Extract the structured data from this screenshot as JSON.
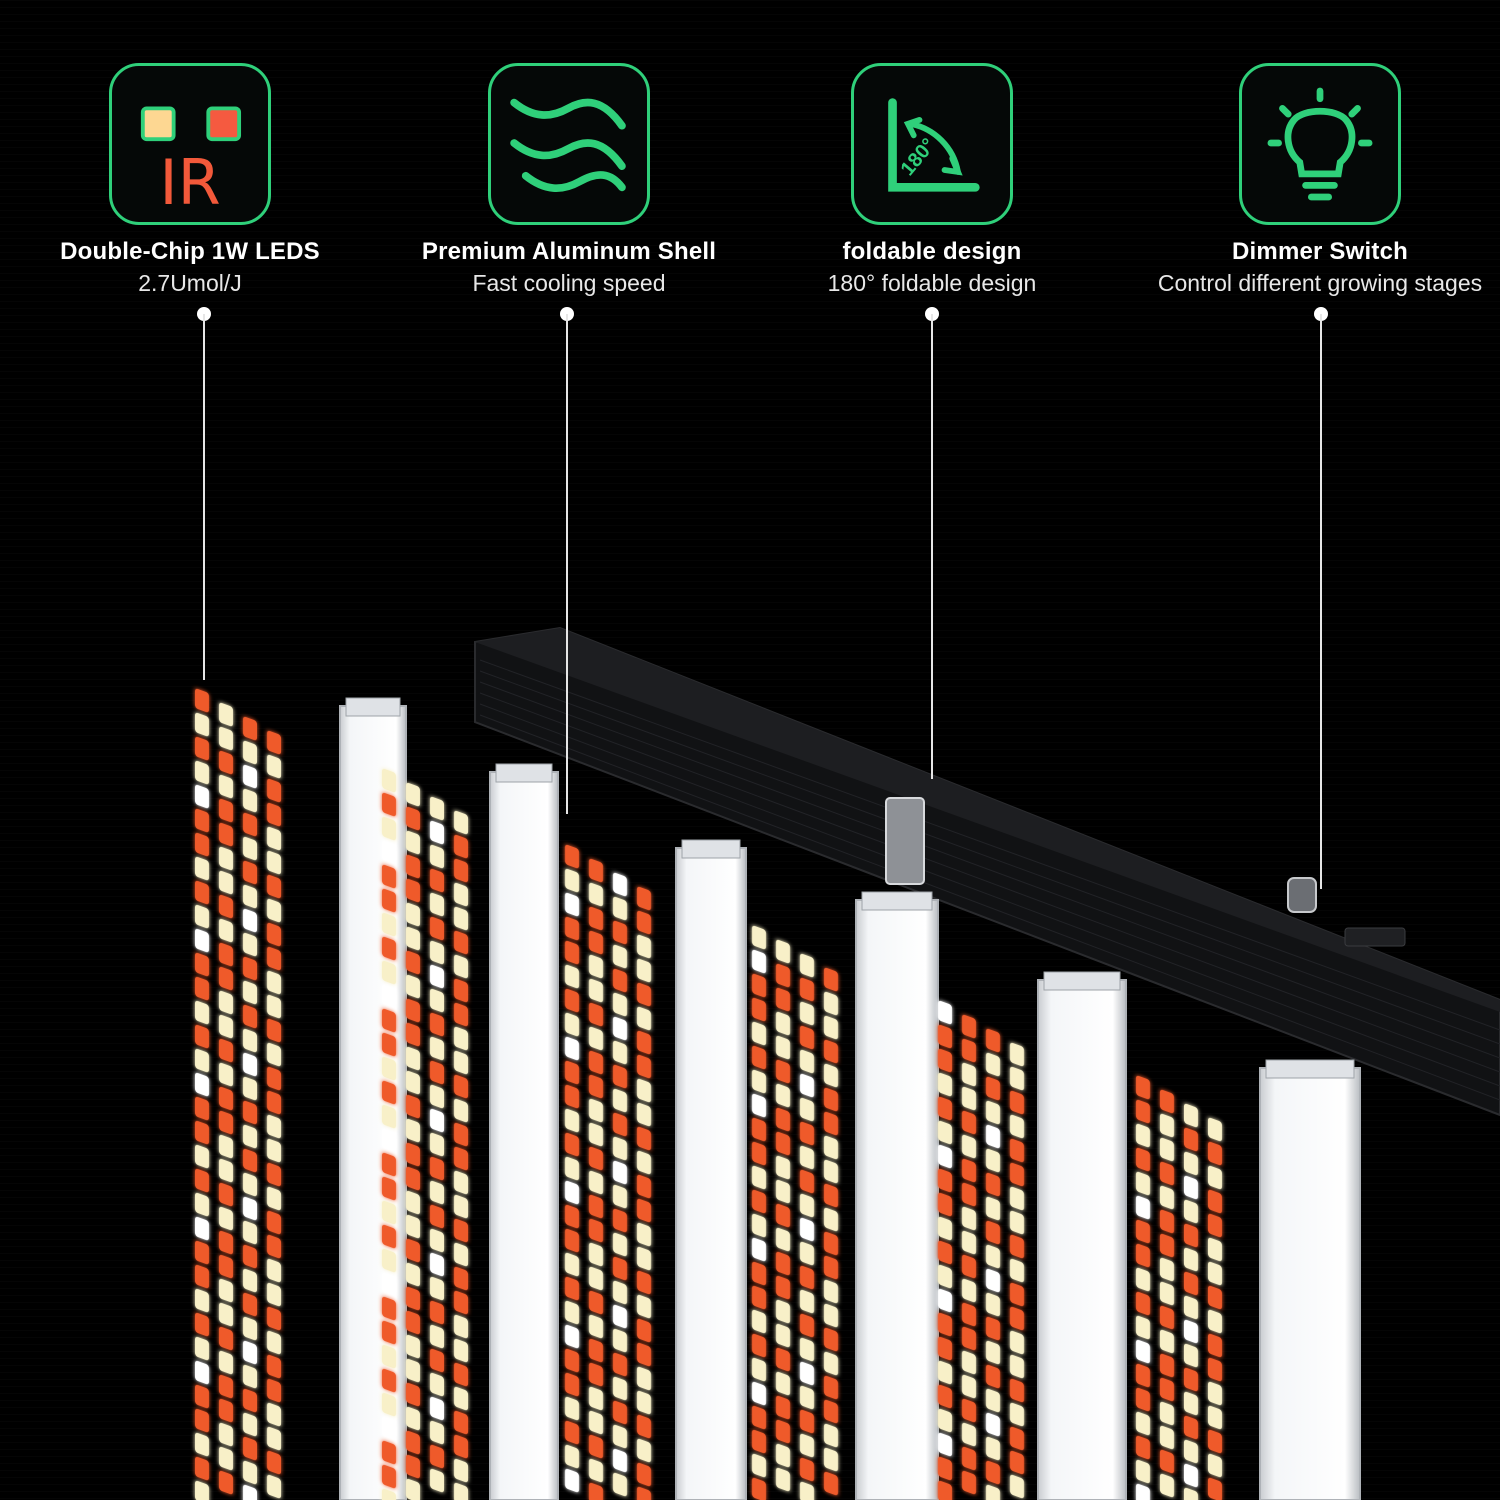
{
  "features": [
    {
      "icon": "ir-chip-icon",
      "icon_text": "IR",
      "title": "Double-Chip 1W LEDS",
      "subtitle": "2.7Umol/J",
      "colors": {
        "warm": "#fdd792",
        "red": "#f55a40",
        "ir": "#f2593a"
      }
    },
    {
      "icon": "cooling-waves-icon",
      "title": "Premium Aluminum Shell",
      "subtitle": "Fast cooling speed",
      "colors": {
        "accent": "#2fd07a"
      }
    },
    {
      "icon": "fold-angle-icon",
      "icon_text": "180°",
      "title": "foldable design",
      "subtitle": "180° foldable design",
      "colors": {
        "accent": "#2fd07a"
      }
    },
    {
      "icon": "light-bulb-icon",
      "title": "Dimmer Switch",
      "subtitle": "Control different growing stages",
      "colors": {
        "accent": "#2fd07a"
      }
    }
  ],
  "theme": {
    "background": "#000000",
    "accent": "#2fd07a",
    "led_red": "#ef5a2a",
    "led_warm": "#f8f0c8",
    "led_white": "#ffffff",
    "bar_aluminum": "#e9ecef"
  }
}
